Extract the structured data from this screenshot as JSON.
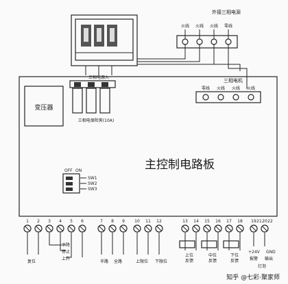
{
  "external_source": {
    "title": "外接三相电源",
    "terminals": [
      "火线",
      "火线",
      "火线",
      "零线"
    ]
  },
  "board": {
    "title": "主控制电路板",
    "transformer_label": "变压器",
    "fuse_header": "三相电源入",
    "fuse_label": "三相电保险夹(10A)",
    "motor": {
      "title": "三相电机",
      "terminals": [
        "零线",
        "火线",
        "火线",
        "火线"
      ]
    },
    "dip": {
      "off_label": "OFF",
      "on_label": "ON",
      "switches": [
        "SW1",
        "SW2",
        "SW3"
      ]
    }
  },
  "terminal_numbers": [
    "1",
    "2",
    "3",
    "4",
    "5",
    "6",
    "7",
    "8",
    "9",
    "10",
    "11",
    "12",
    "13",
    "14",
    "15",
    "16",
    "17",
    "18",
    "19",
    "20",
    "21",
    "22"
  ],
  "bottom_labels": {
    "reset": "复位",
    "down": "下降",
    "stop": "停止",
    "up": "上升",
    "half_open": "半路",
    "full_open": "全路",
    "up_limit": "上限位",
    "down_limit": "下限位",
    "top_pos": "上位",
    "mid_pos": "中位",
    "low_pos": "下位",
    "feedback": "反馈",
    "feedback2": "反馈",
    "feedback3": "反馈",
    "power_24v": "+24V",
    "gnd": "GND",
    "alarm": "报警",
    "output": "输出",
    "bulb": "灯泡"
  },
  "watermark": "知乎 @七彩·聚家师"
}
